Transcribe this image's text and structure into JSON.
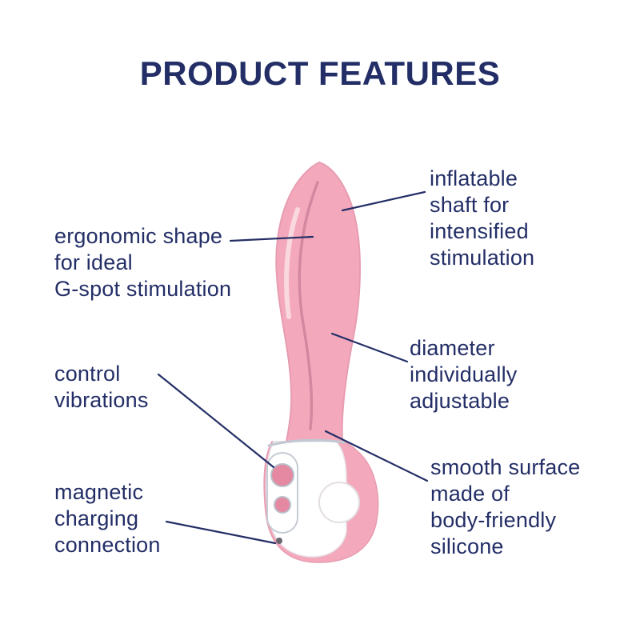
{
  "title": "PRODUCT FEATURES",
  "labels": [
    {
      "id": "ergonomic-shape",
      "text": "ergonomic shape\nfor ideal\nG-spot stimulation"
    },
    {
      "id": "control-vibrations",
      "text": "control\nvibrations"
    },
    {
      "id": "magnetic-charging",
      "text": "magnetic\ncharging\nconnection"
    },
    {
      "id": "inflatable-shaft",
      "text": "inflatable\nshaft for\nintensified\nstimulation"
    },
    {
      "id": "diameter-adjustable",
      "text": "diameter\nindividually\nadjustable"
    },
    {
      "id": "smooth-surface",
      "text": "smooth surface\nmade of\nbody-friendly\nsilicone"
    }
  ],
  "colors": {
    "text_navy": "#232e66",
    "body_pink": "#f3a9bb",
    "body_pink_edge": "#e79cb1",
    "seam_pink": "#d687a0",
    "handle_white": "#ffffff",
    "trim_silver": "#c2c7d1",
    "button_pink": "#e489a1",
    "contact_dot": "#6b6570"
  }
}
